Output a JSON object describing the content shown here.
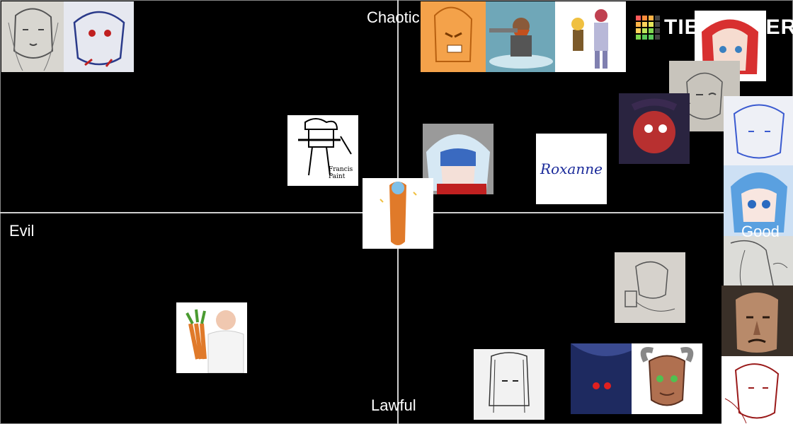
{
  "axes": {
    "top_label": "Chaotic",
    "bottom_label": "Lawful",
    "left_label": "Evil",
    "right_label": "Good"
  },
  "logo": {
    "text": "TIERMAKER",
    "grid_colors": [
      "#ff5a5a",
      "#ff8c3a",
      "#ffb347",
      "#444444",
      "#ffb347",
      "#ffd25a",
      "#e6e65a",
      "#444444",
      "#ffd25a",
      "#b9e65a",
      "#7fd64f",
      "#444444",
      "#7fd64f",
      "#5ac85a",
      "#5ac85a",
      "#444444"
    ]
  },
  "tiles": [
    {
      "name": "pencil-girl-sketch",
      "caption": ""
    },
    {
      "name": "blue-ink-girl",
      "caption": ""
    },
    {
      "name": "angry-orange-sketch",
      "caption": ""
    },
    {
      "name": "dwarf-figurine",
      "caption": ""
    },
    {
      "name": "puppet-and-robot-figures",
      "caption": ""
    },
    {
      "name": "red-white-anime-girl",
      "caption": ""
    },
    {
      "name": "winking-boy-sketch",
      "caption": ""
    },
    {
      "name": "dark-red-creature",
      "caption": ""
    },
    {
      "name": "blue-sketch-girl",
      "caption": ""
    },
    {
      "name": "chef-doodle",
      "caption": "Francis Paint"
    },
    {
      "name": "blue-hooded-girl",
      "caption": ""
    },
    {
      "name": "roxanne-text",
      "caption": "Roxanne"
    },
    {
      "name": "carrot-character",
      "caption": ""
    },
    {
      "name": "blue-haired-girl",
      "caption": ""
    },
    {
      "name": "long-hair-sketch",
      "caption": ""
    },
    {
      "name": "boy-holding-cup-sketch",
      "caption": ""
    },
    {
      "name": "old-man-scrooge",
      "caption": ""
    },
    {
      "name": "doctor-with-carrots",
      "caption": ""
    },
    {
      "name": "girl-pencil-sketch",
      "caption": ""
    },
    {
      "name": "blurry-red-eyes-figure",
      "caption": ""
    },
    {
      "name": "horned-satyr-face",
      "caption": ""
    },
    {
      "name": "redline-character-sketch",
      "caption": ""
    }
  ]
}
